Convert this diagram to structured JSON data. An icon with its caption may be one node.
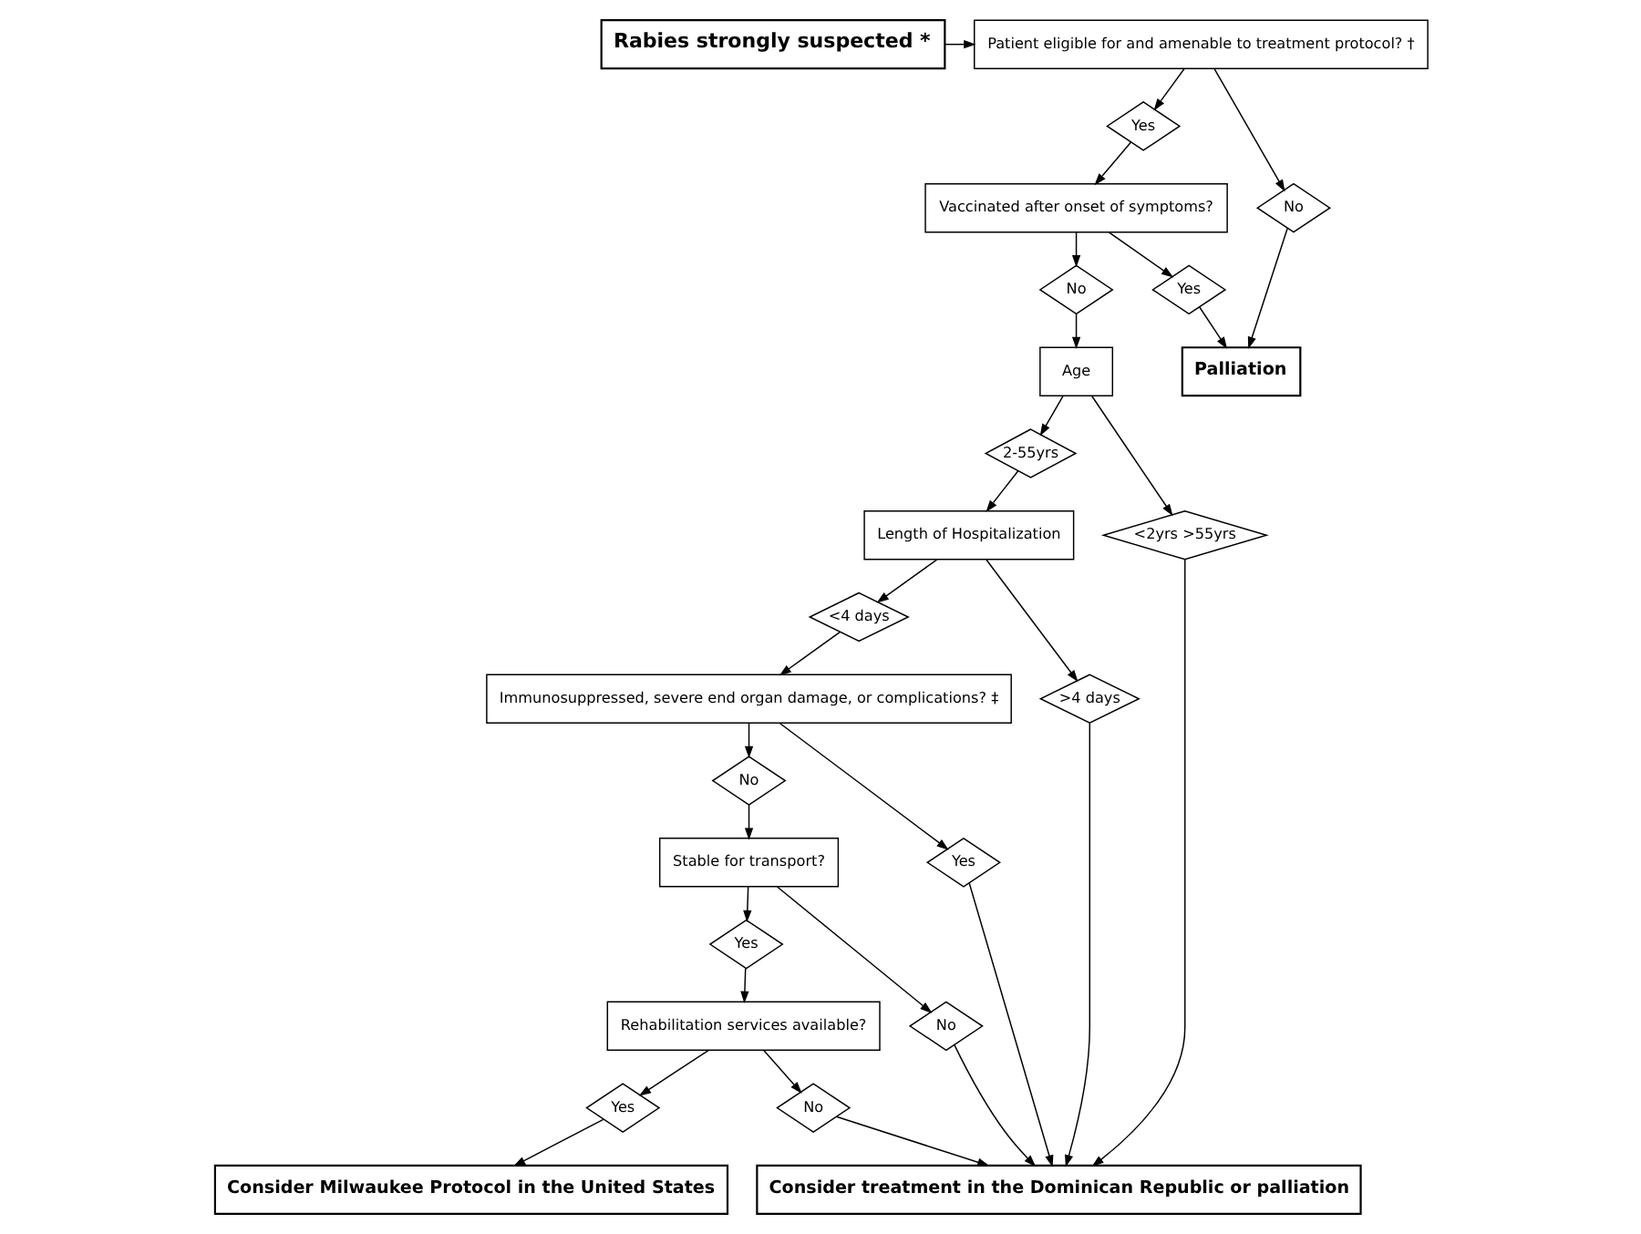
{
  "diagram": {
    "nodes": [
      {
        "text": [
          "Rabies strongly suspected *"
        ]
      },
      {
        "text": [
          "Patient eligible for and amenable to treatment protocol? †"
        ]
      },
      {
        "text": [
          "Yes"
        ]
      },
      {
        "text": [
          "No"
        ]
      },
      {
        "text": [
          "Vaccinated after onset of symptoms?"
        ]
      },
      {
        "text": [
          "No"
        ]
      },
      {
        "text": [
          "Yes"
        ]
      },
      {
        "text": [
          "Palliation"
        ]
      },
      {
        "text": [
          "Age"
        ]
      },
      {
        "text": [
          "2-55yrs"
        ]
      },
      {
        "text": [
          "<2yrs >55yrs"
        ]
      },
      {
        "text": [
          "Length of Hospitalization"
        ]
      },
      {
        "text": [
          "<4 days"
        ]
      },
      {
        "text": [
          ">4 days"
        ]
      },
      {
        "text": [
          "Immunosuppressed, severe end organ damage, or complications? ‡"
        ]
      },
      {
        "text": [
          "No"
        ]
      },
      {
        "text": [
          "Yes"
        ]
      },
      {
        "text": [
          "Stable for transport?"
        ]
      },
      {
        "text": [
          "Yes"
        ]
      },
      {
        "text": [
          "No"
        ]
      },
      {
        "text": [
          "Rehabilitation services available?"
        ]
      },
      {
        "text": [
          "Yes"
        ]
      },
      {
        "text": [
          "No"
        ]
      },
      {
        "text": [
          "Consider Milwaukee Protocol in the United States"
        ]
      },
      {
        "text": [
          "Consider treatment in the Dominican Republic or palliation"
        ]
      }
    ],
    "edges": [
      {
        "from": 0,
        "to": 1,
        "arrow": "to"
      },
      {
        "from": 1,
        "to": 2,
        "arrow": "to"
      },
      {
        "from": 1,
        "to": 3,
        "arrow": "to"
      },
      {
        "from": 2,
        "to": 4,
        "arrow": "to"
      },
      {
        "from": 3,
        "to": 7,
        "arrow": "to"
      },
      {
        "from": 4,
        "to": 5,
        "arrow": "to"
      },
      {
        "from": 4,
        "to": 6,
        "arrow": "to"
      },
      {
        "from": 6,
        "to": 7,
        "arrow": "to"
      },
      {
        "from": 5,
        "to": 8,
        "arrow": "to"
      },
      {
        "from": 8,
        "to": 9,
        "arrow": "to"
      },
      {
        "from": 8,
        "to": 10,
        "arrow": "to"
      },
      {
        "from": 9,
        "to": 11,
        "arrow": "to"
      },
      {
        "from": 10,
        "to": 24,
        "arrow": "to"
      },
      {
        "from": 11,
        "to": 12,
        "arrow": "to"
      },
      {
        "from": 11,
        "to": 13,
        "arrow": "to"
      },
      {
        "from": 12,
        "to": 14,
        "arrow": "to"
      },
      {
        "from": 13,
        "to": 24,
        "arrow": "to"
      },
      {
        "from": 14,
        "to": 15,
        "arrow": "to"
      },
      {
        "from": 14,
        "to": 16,
        "arrow": "to"
      },
      {
        "from": 16,
        "to": 24,
        "arrow": "to"
      },
      {
        "from": 15,
        "to": 17,
        "arrow": "to"
      },
      {
        "from": 17,
        "to": 18,
        "arrow": "to"
      },
      {
        "from": 17,
        "to": 19,
        "arrow": "to"
      },
      {
        "from": 19,
        "to": 24,
        "arrow": "to"
      },
      {
        "from": 18,
        "to": 20,
        "arrow": "to"
      },
      {
        "from": 20,
        "to": 21,
        "arrow": "to"
      },
      {
        "from": 20,
        "to": 22,
        "arrow": "to"
      },
      {
        "from": 22,
        "to": 24,
        "arrow": "to"
      },
      {
        "from": 21,
        "to": 23,
        "arrow": "to"
      }
    ]
  }
}
